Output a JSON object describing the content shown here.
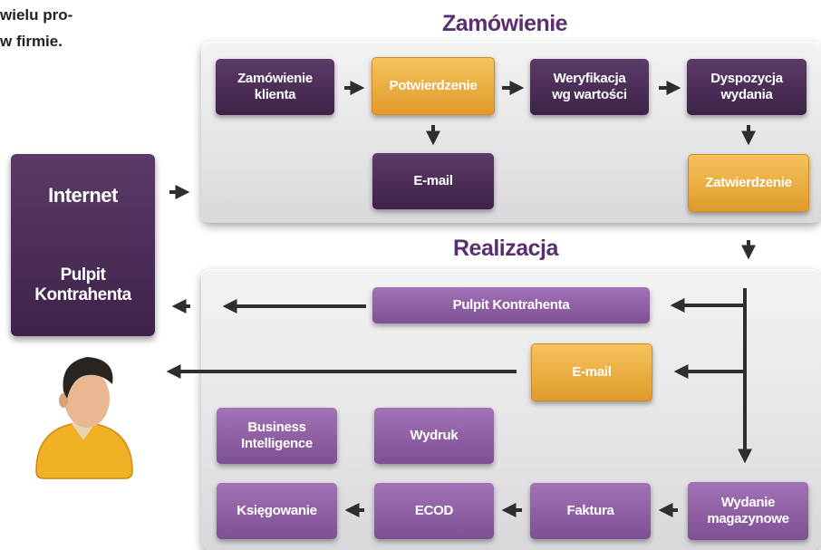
{
  "intro": {
    "line1": "wielu pro-",
    "line2": "w firmie."
  },
  "sections": {
    "order": "Zamówienie",
    "realization": "Realizacja"
  },
  "side": {
    "internet": "Internet",
    "desk": "Pulpit\nKontrahenta"
  },
  "order_steps": {
    "client_order": "Zamówienie\nklienta",
    "confirmation": "Potwierdzenie",
    "verification": "Weryfikacja\nwg wartości",
    "disposition": "Dyspozycja\nwydania",
    "email": "E-mail",
    "approval": "Zatwierdzenie"
  },
  "realization_steps": {
    "desk": "Pulpit Kontrahenta",
    "email": "E-mail",
    "bi": "Business\nIntelligence",
    "print": "Wydruk",
    "accounting": "Księgowanie",
    "ecod": "ECOD",
    "invoice": "Faktura",
    "release": "Wydanie\nmagazynowe"
  },
  "colors": {
    "dark": "#4a2c57",
    "light": "#8f5fa5",
    "orange": "#eead3f",
    "title": "#5a2f6e",
    "arrow": "#2e2e2e"
  }
}
